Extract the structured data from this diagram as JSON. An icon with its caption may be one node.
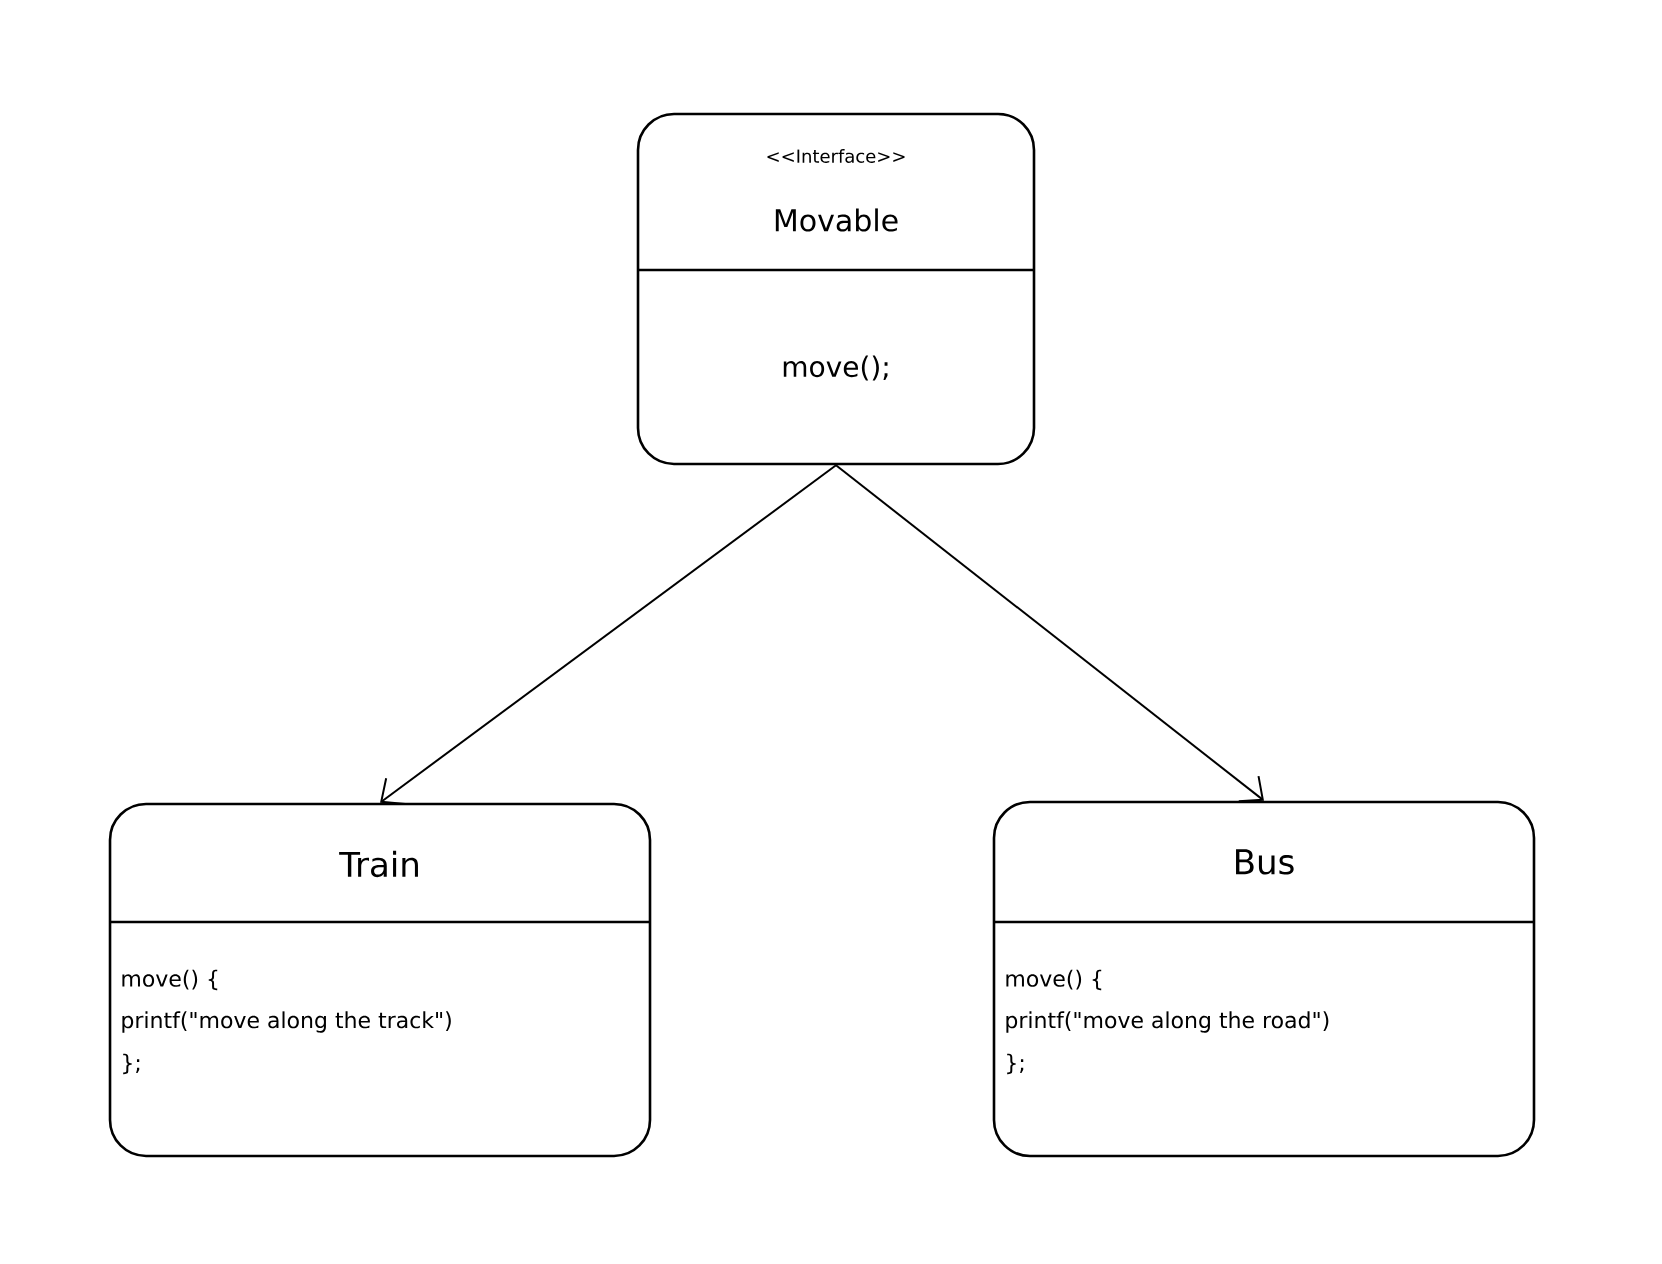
{
  "diagram": {
    "nodes": [
      {
        "text": [
          "<<Interface>>",
          "Movable",
          "move();"
        ]
      },
      {
        "text": [
          "Train",
          "move() {",
          "printf(\"move along the track\")",
          "};"
        ]
      },
      {
        "text": [
          "Bus",
          "move() {",
          "printf(\"move along the road\")",
          "};"
        ]
      }
    ],
    "edges": [
      {
        "from": 0,
        "to": 1,
        "arrow": "to"
      },
      {
        "from": 0,
        "to": 2,
        "arrow": "to"
      }
    ]
  }
}
